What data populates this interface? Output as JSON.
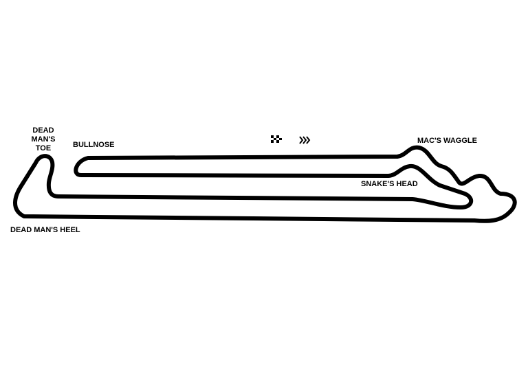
{
  "colors": {
    "background": "#ffffff",
    "track": "#000000",
    "label": "#000000"
  },
  "icons": {
    "start_finish": "checkered-flag-icon",
    "direction": "direction-chevrons-icon"
  },
  "corners": {
    "dead_mans_toe": {
      "line1": "DEAD",
      "line2": "MAN'S",
      "line3": "TOE"
    },
    "bullnose": "BULLNOSE",
    "macs_waggle": "MAC'S WAGGLE",
    "snakes_head": "SNAKE'S HEAD",
    "dead_mans_heel": "DEAD MAN'S HEEL"
  }
}
